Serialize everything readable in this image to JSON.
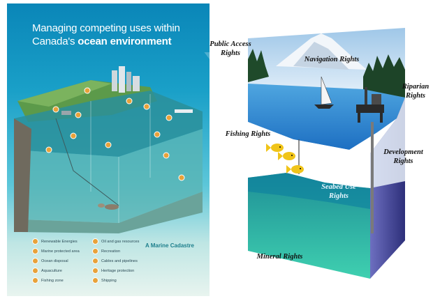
{
  "poster": {
    "title_line1": "Managing competing uses within",
    "title_line2_prefix": "Canada's ",
    "title_line2_bold": "ocean environment",
    "tagline": "A Marine Cadastre",
    "legend": [
      "Renewable Energies",
      "Marine protected area",
      "Ocean disposal",
      "Aquaculture",
      "Fishing zone",
      "Oil and gas resources",
      "Recreation",
      "Cables and pipelines",
      "Heritage protection",
      "Shipping"
    ]
  },
  "diagram": {
    "labels": {
      "public_access": [
        "Public Access",
        "Rights"
      ],
      "navigation": "Navigation Rights",
      "riparian": [
        "Riparian",
        "Rights"
      ],
      "fishing": "Fishing Rights",
      "development": [
        "Development",
        "Rights"
      ],
      "seabed": [
        "Seabed Use",
        "Rights"
      ],
      "mineral": "Mineral Rights"
    }
  },
  "colors": {
    "poster_blue": "#0a86b8",
    "legend_dot": "#e8a23a",
    "water": "#2e8fd6",
    "seabed": "#2aa8a0",
    "side_purple": "#4c4fa8"
  }
}
